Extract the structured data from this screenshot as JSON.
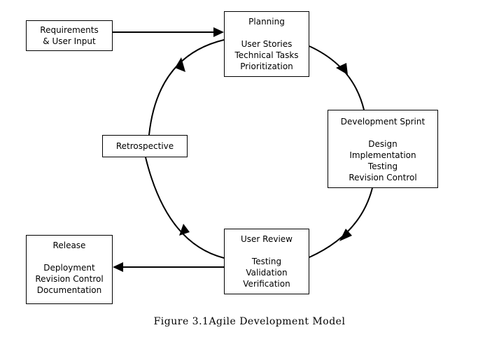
{
  "nodes": {
    "requirements": {
      "line1": "Requirements",
      "line2": "& User Input"
    },
    "planning": {
      "title": "Planning",
      "items": [
        "User Stories",
        "Technical Tasks",
        "Prioritization"
      ]
    },
    "sprint": {
      "title": "Development Sprint",
      "items": [
        "Design",
        "Implementation",
        "Testing",
        "Revision Control"
      ]
    },
    "retrospective": {
      "title": "Retrospective"
    },
    "review": {
      "title": "User Review",
      "items": [
        "Testing",
        "Validation",
        "Verification"
      ]
    },
    "release": {
      "title": "Release",
      "items": [
        "Deployment",
        "Revision Control",
        "Documentation"
      ]
    }
  },
  "caption": "Figure 3.1Agile Development Model"
}
